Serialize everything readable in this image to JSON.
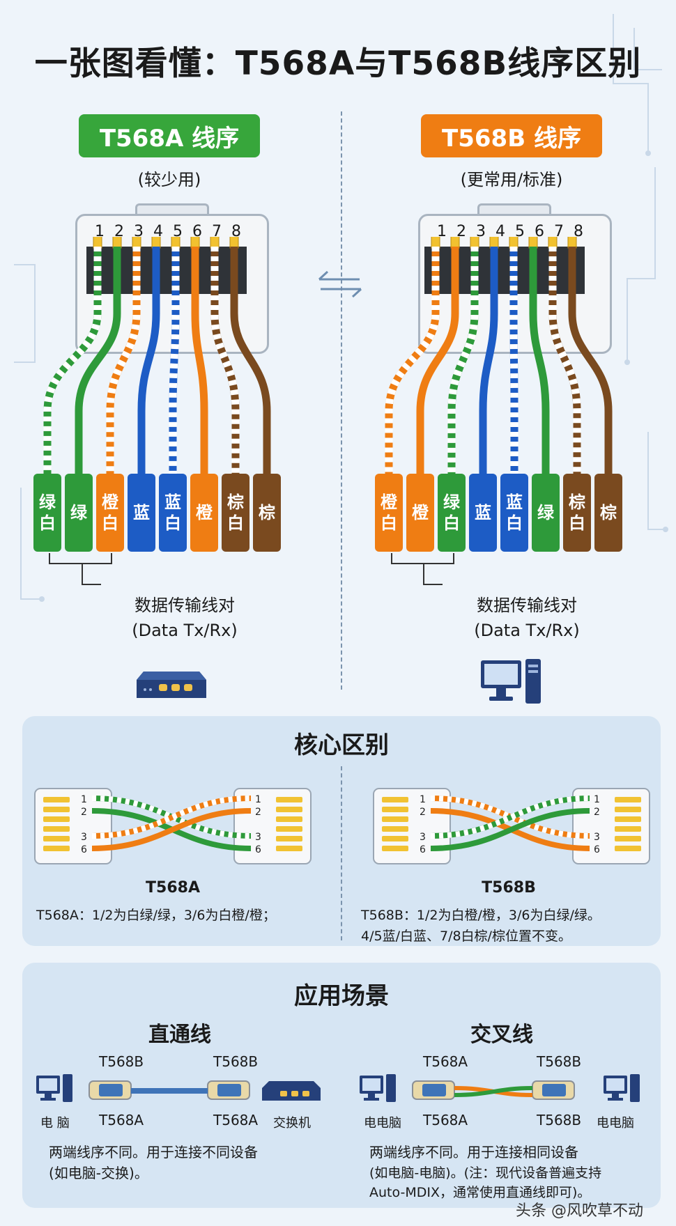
{
  "title": "一张图看懂：T568A与T568B线序区别",
  "colors": {
    "green": "#2e9a3a",
    "orange": "#ef7d13",
    "blue": "#1d5cc5",
    "brown": "#7a4a1f",
    "white": "#ffffff"
  },
  "left": {
    "badge": "T568A 线序",
    "badge_color": "#37a63b",
    "sub": "(较少用)",
    "pin_numbers": [
      "1",
      "2",
      "3",
      "4",
      "5",
      "6",
      "7",
      "8"
    ],
    "wires": [
      {
        "label": "绿白",
        "color": "green",
        "striped": true
      },
      {
        "label": "绿",
        "color": "green",
        "striped": false
      },
      {
        "label": "橙白",
        "color": "orange",
        "striped": true
      },
      {
        "label": "蓝",
        "color": "blue",
        "striped": false
      },
      {
        "label": "蓝白",
        "color": "blue",
        "striped": true
      },
      {
        "label": "橙",
        "color": "orange",
        "striped": false
      },
      {
        "label": "棕白",
        "color": "brown",
        "striped": true
      },
      {
        "label": "棕",
        "color": "brown",
        "striped": false
      }
    ],
    "pair_label": "数据传输线对",
    "pair_label_en": "(Data Tx/Rx)",
    "device_icon": "router-icon"
  },
  "right": {
    "badge": "T568B 线序",
    "badge_color": "#ef7d13",
    "sub": "(更常用/标准)",
    "pin_numbers": [
      "1",
      "2",
      "3",
      "4",
      "5",
      "6",
      "7",
      "8"
    ],
    "wires": [
      {
        "label": "橙白",
        "color": "orange",
        "striped": true
      },
      {
        "label": "橙",
        "color": "orange",
        "striped": false
      },
      {
        "label": "绿白",
        "color": "green",
        "striped": true
      },
      {
        "label": "蓝",
        "color": "blue",
        "striped": false
      },
      {
        "label": "蓝白",
        "color": "blue",
        "striped": true
      },
      {
        "label": "绿",
        "color": "green",
        "striped": false
      },
      {
        "label": "棕白",
        "color": "brown",
        "striped": true
      },
      {
        "label": "棕",
        "color": "brown",
        "striped": false
      }
    ],
    "pair_label": "数据传输线对",
    "pair_label_en": "(Data Tx/Rx)",
    "device_icon": "computer-icon"
  },
  "core": {
    "title": "核心区别",
    "pin_labels": [
      "1",
      "2",
      "3",
      "6"
    ],
    "a_head": "T568A",
    "a_desc": "T568A：1/2为白绿/绿，3/6为白橙/橙；",
    "b_head": "T568B",
    "b_desc_1": "T568B：1/2为白橙/橙，3/6为白绿/绿。",
    "b_desc_2": "4/5蓝/白蓝、7/8白棕/棕位置不变。"
  },
  "scene": {
    "title": "应用场景",
    "straight": {
      "title": "直通线",
      "top_left": "T568B",
      "top_right": "T568B",
      "bottom_left": "T568A",
      "bottom_right": "T568A",
      "dev1": "电  脑",
      "dev2": "交换机",
      "desc_1": "两端线序不同。用于连接不同设备",
      "desc_2": "(如电脑-交换)。"
    },
    "cross": {
      "title": "交叉线",
      "top_left": "T568A",
      "top_right": "T568B",
      "bottom_left": "T568A",
      "bottom_right": "T568B",
      "dev1": "电电脑",
      "dev2": "电电脑",
      "desc_1": "两端线序不同。用于连接相同设备",
      "desc_2": "(如电脑-电脑)。(注：现代设备普遍支持",
      "desc_3": "Auto-MDIX，通常使用直通线即可)。"
    }
  },
  "watermark": "头条 @风吹草不动"
}
